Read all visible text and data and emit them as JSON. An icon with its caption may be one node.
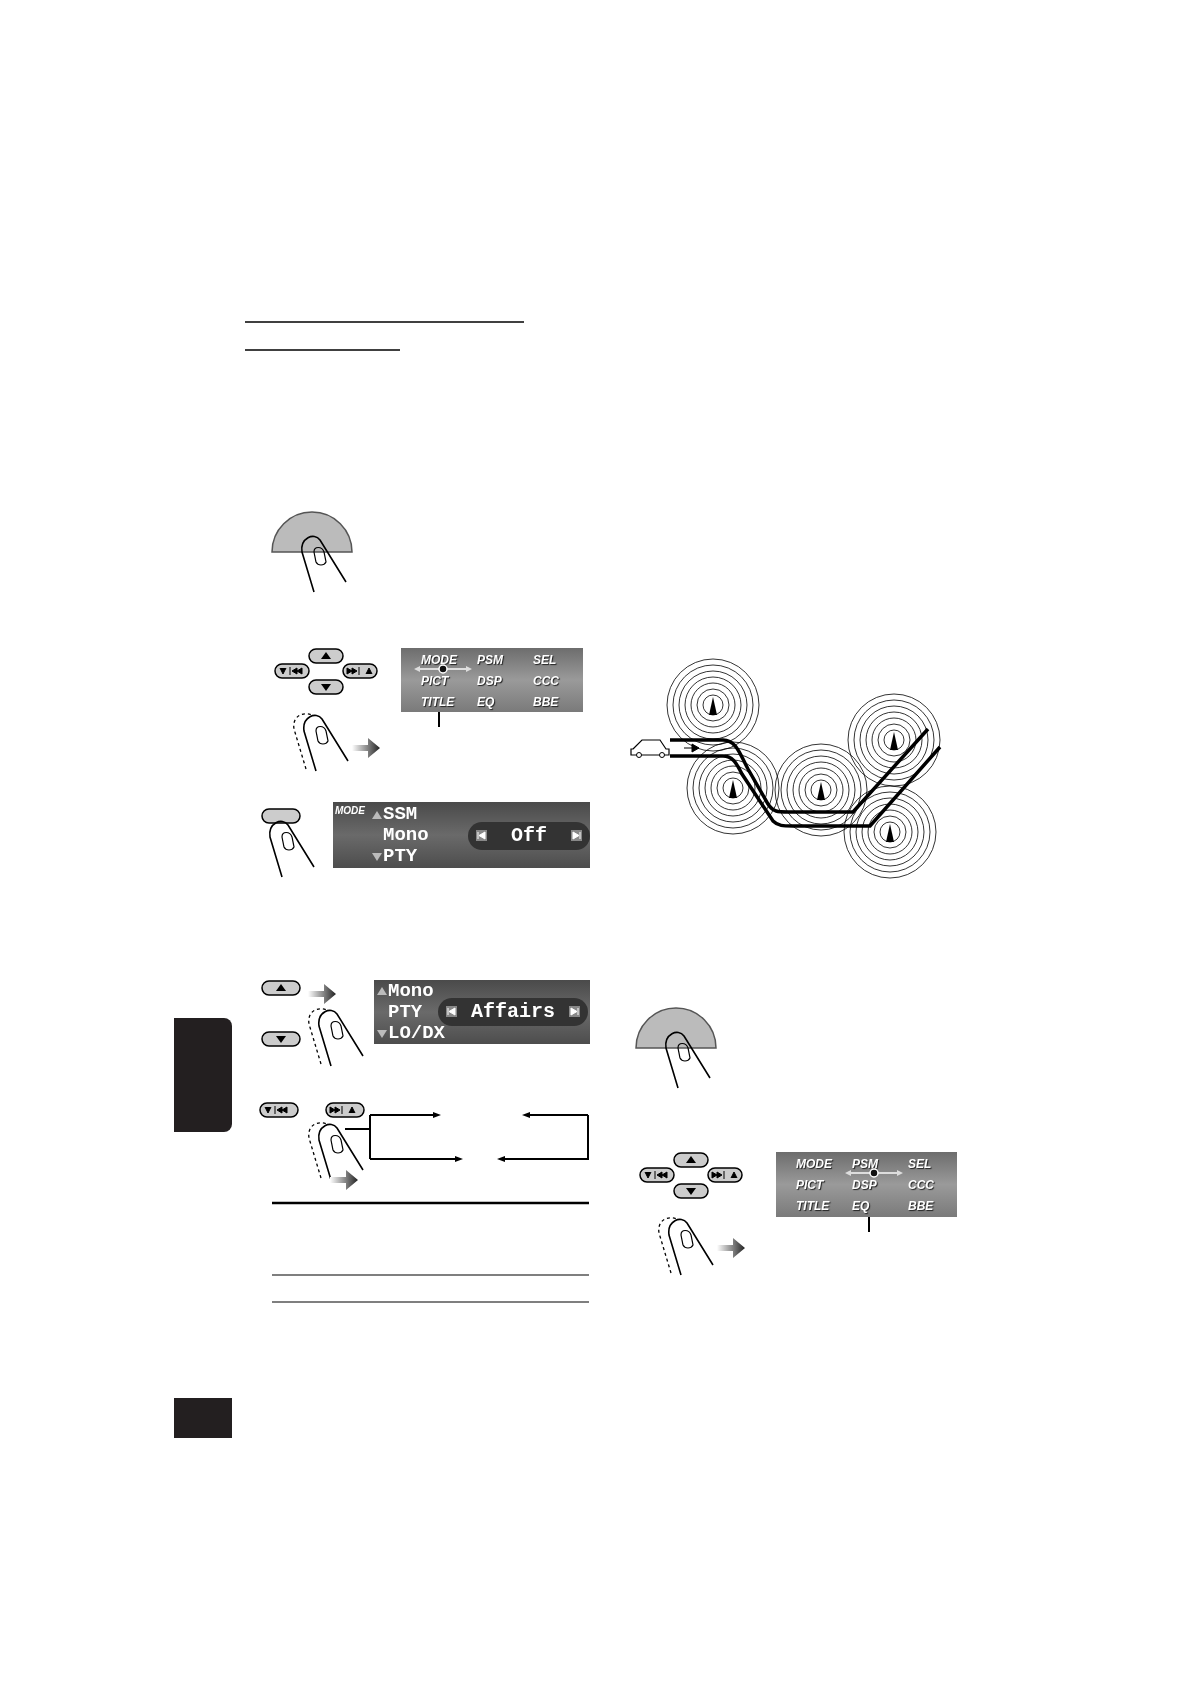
{
  "diagram": {
    "nodes": [
      {
        "text": [
          "MODE",
          "PSM",
          "SEL",
          "PICT",
          "DSP",
          "CCC",
          "TITLE",
          "EQ",
          "BBE"
        ]
      },
      {
        "text": [
          "MODE",
          "SSM",
          "Mono",
          "PTY"
        ]
      },
      {
        "text": [
          "Off"
        ],
        "in": 1
      },
      {
        "text": [
          "Mono",
          "PTY",
          "LO/DX"
        ]
      },
      {
        "text": [
          "Affairs"
        ],
        "in": 3
      },
      {
        "text": [
          "MODE",
          "PSM",
          "SEL",
          "PICT",
          "DSP",
          "CCC",
          "TITLE",
          "EQ",
          "BBE"
        ]
      },
      {
        "text": [],
        "shape": "box"
      },
      {
        "text": [],
        "shape": "box"
      }
    ]
  }
}
